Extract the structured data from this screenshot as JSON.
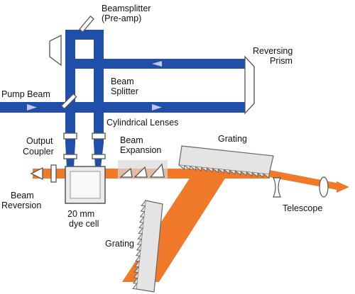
{
  "colors": {
    "pump_beam": "#1f4fa8",
    "laser_beam": "#f07a2a",
    "optics_fill": "#ffffff",
    "optics_stroke": "#555555",
    "grating_fill": "#e4e4e4",
    "beam_arrow": "#b9c8ec"
  },
  "labels": {
    "beamsplitter_preamp_line1": "Beamsplitter",
    "beamsplitter_preamp_line2": "(Pre-amp)",
    "reversing_prism_line1": "Reversing",
    "reversing_prism_line2": "Prism",
    "pump_beam": "Pump Beam",
    "beam_splitter_line1": "Beam",
    "beam_splitter_line2": "Splitter",
    "cylindrical_lenses": "Cylindrical Lenses",
    "output_coupler_line1": "Output",
    "output_coupler_line2": "Coupler",
    "beam_expansion_line1": "Beam",
    "beam_expansion_line2": "Expansion",
    "grating_upper": "Grating",
    "grating_lower": "Grating",
    "beam_reversion_line1": "Beam",
    "beam_reversion_line2": "Reversion",
    "dye_cell_line1": "20 mm",
    "dye_cell_line2": "dye cell",
    "telescope": "Telescope"
  }
}
